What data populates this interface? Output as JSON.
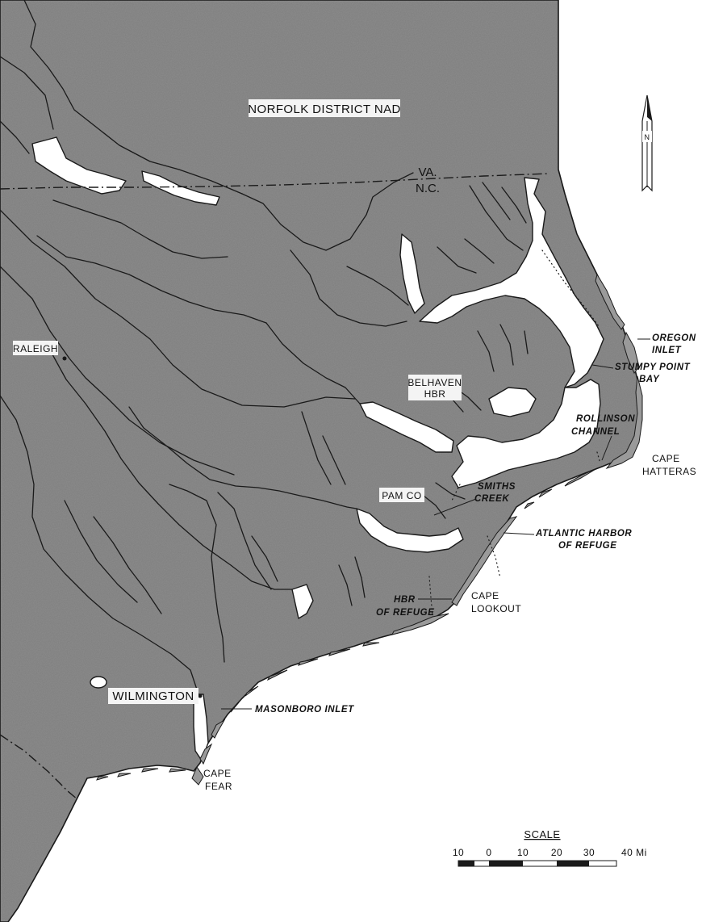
{
  "labels": {
    "district": "NORFOLK DISTRICT NAD",
    "va": "VA.",
    "nc": "N.C.",
    "raleigh": "RALEIGH",
    "wilmington": "WILMINGTON",
    "belhaven_1": "BELHAVEN",
    "belhaven_2": "HBR",
    "pamco": "PAM CO",
    "oregon_1": "OREGON",
    "oregon_2": "INLET",
    "stumpy_1": "STUMPY POINT",
    "stumpy_2": "BAY",
    "rollinson_1": "ROLLINSON",
    "rollinson_2": "CHANNEL",
    "hatteras_1": "CAPE",
    "hatteras_2": "HATTERAS",
    "smiths_1": "SMITHS",
    "smiths_2": "CREEK",
    "atlantic_1": "ATLANTIC HARBOR",
    "atlantic_2": "OF REFUGE",
    "hbr_refuge_1": "HBR",
    "hbr_refuge_2": "OF REFUGE",
    "lookout_1": "CAPE",
    "lookout_2": "LOOKOUT",
    "masonboro": "MASONBORO INLET",
    "fear_1": "CAPE",
    "fear_2": "FEAR"
  },
  "north_arrow": {
    "letter": "N"
  },
  "scale": {
    "title": "SCALE",
    "ticks": [
      "10",
      "0",
      "10",
      "20",
      "30",
      "40 Mi"
    ]
  },
  "colors": {
    "land": "#8d8d8d",
    "water": "#ffffff",
    "ink": "#1a1a1a"
  }
}
